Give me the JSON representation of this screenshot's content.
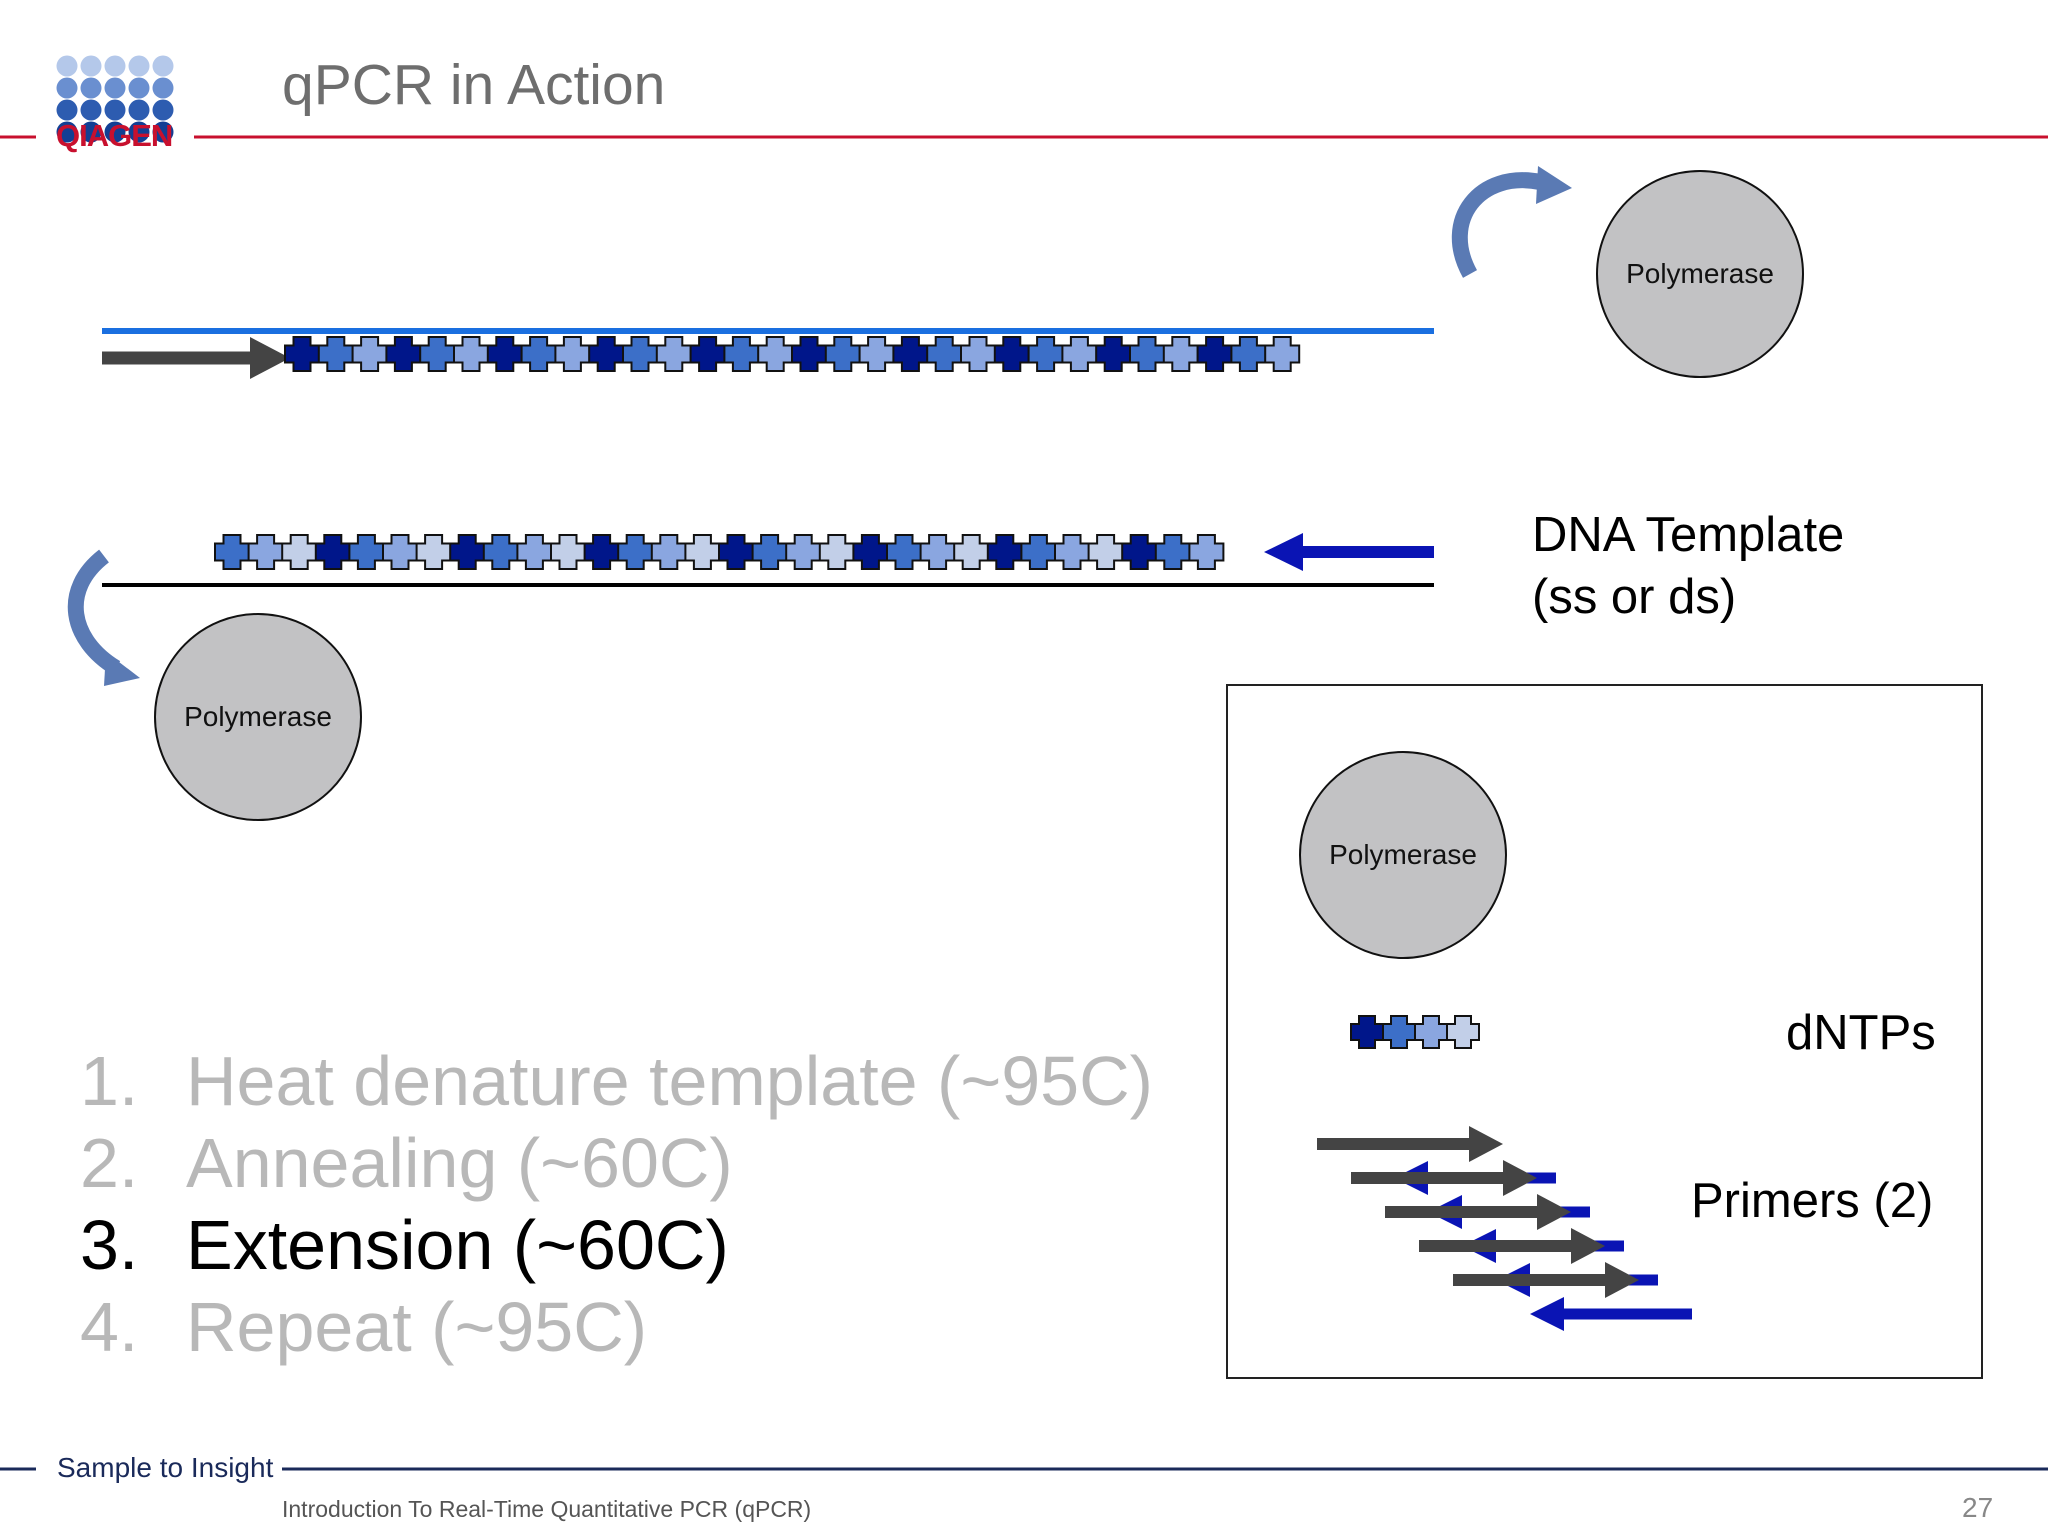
{
  "header": {
    "title": "qPCR in Action",
    "logo_text": "QIAGEN"
  },
  "diagram": {
    "polymerase_label": "Polymerase",
    "template_label_line1": "DNA Template",
    "template_label_line2": "(ss or ds)"
  },
  "steps": [
    {
      "num": "1.",
      "text": "Heat denature template (~95C)",
      "state": "inactive"
    },
    {
      "num": "2.",
      "text": "Annealing (~60C)",
      "state": "inactive"
    },
    {
      "num": "3.",
      "text": "Extension (~60C)",
      "state": "active"
    },
    {
      "num": "4.",
      "text": "Repeat (~95C)",
      "state": "inactive"
    }
  ],
  "legend": {
    "polymerase_label": "Polymerase",
    "dntps_label": "dNTPs",
    "primers_label": "Primers (2)"
  },
  "footer": {
    "tagline": "Sample to Insight",
    "document_title": "Introduction To Real-Time Quantitative PCR (qPCR)",
    "page_number": "27"
  },
  "colors": {
    "brand_red": "#c8102e",
    "logo_blue": "#1f4e9c",
    "strand_blue": "#1a6fe0",
    "primer_dark_blue": "#0a14b4",
    "primer_gray": "#444444",
    "step_active": "#000000",
    "step_inactive": "#b8b8b8",
    "nucleotide_shades": [
      "#00168a",
      "#3c6fc8",
      "#8aa6e0",
      "#c2cfe8"
    ]
  }
}
